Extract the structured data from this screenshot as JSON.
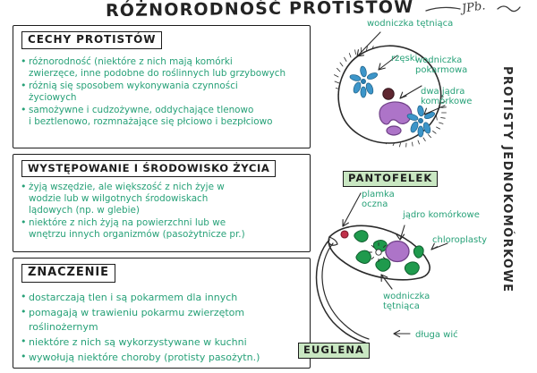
{
  "page": {
    "title": "RÓŻNORODNOŚĆ PROTISTÓW",
    "signature": "JPb.",
    "side_caption": "PROTISTY JEDNOKOMÓRKOWE",
    "ink_green": "#27a178",
    "ink_black": "#1c1c1c",
    "chip_fill": "#c9e7c2",
    "cell_purple": "#a86fc4",
    "cell_blue": "#2e8fc4",
    "cell_green": "#1f9a4d",
    "cell_red": "#c0304a",
    "food_vacuole": "#5e2630"
  },
  "boxes": [
    {
      "heading": "CECHY PROTISTÓW",
      "bullets": [
        "różnorodność (niektóre z nich mają komórki\nzwierzęce, inne podobne do roślinnych lub grzybowych",
        "różnią się sposobem wykonywania czynności\nżyciowych",
        "samożywne i cudzożywne, oddychające tlenowo\ni beztlenowo, rozmnażające się płciowo i bezpłciowo"
      ]
    },
    {
      "heading": "WYSTĘPOWANIE I ŚRODOWISKO ŻYCIA",
      "bullets": [
        "żyją wszędzie, ale większość z nich żyje w\nwodzie lub w wilgotnych środowiskach\nlądowych (np. w glebie)",
        "niektóre z nich żyją na powierzchni lub we\nwnętrzu innych organizmów (pasożytnicze pr.)"
      ]
    },
    {
      "heading": "ZNACZENIE",
      "bullets": [
        "dostarczają tlen i są pokarmem dla innych",
        "pomagają w trawieniu pokarmu zwierzętom\nroślinożernym",
        "niektóre z nich są wykorzystywane w kuchni",
        "wywołują niektóre choroby (protisty pasożytn.)"
      ]
    }
  ],
  "diagrams": [
    {
      "name": "PANTOFELEK",
      "labels": [
        "wodniczka tętniąca",
        "rzęski",
        "wodniczka\npokarmowa",
        "dwa jądra\nkomórkowe"
      ]
    },
    {
      "name": "EUGLENA",
      "labels": [
        "plamka\noczna",
        "jądro komórkowe",
        "chloroplasty",
        "wodniczka\ntętniąca",
        "długa wić"
      ]
    }
  ]
}
